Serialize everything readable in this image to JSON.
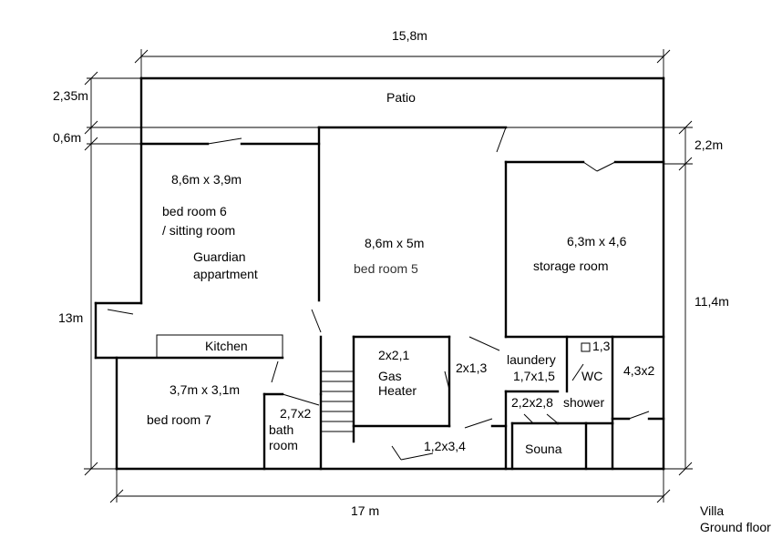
{
  "caption": {
    "line1": "Villa",
    "line2": "Ground floor"
  },
  "dimensions": {
    "top_width": "15,8m",
    "bottom_width": "17 m",
    "patio_depth": "2,35m",
    "gap": "0,6m",
    "left_height": "13m",
    "right_upper": "2,2m",
    "right_height": "11,4m"
  },
  "rooms": {
    "patio": "Patio",
    "bedroom6_size": "8,6m x 3,9m",
    "bedroom6_name1": "bed room 6",
    "bedroom6_name2": "/ sitting room",
    "guardian1": "Guardian",
    "guardian2": "appartment",
    "bedroom5_size": "8,6m x 5m",
    "bedroom5_name": "bed room 5",
    "storage_size": "6,3m x 4,6",
    "storage_name": "storage room",
    "kitchen": "Kitchen",
    "bedroom7_size": "3,7m x 3,1m",
    "bedroom7_name": "bed room 7",
    "bath_size": "2,7x2",
    "bath1": "bath",
    "bath2": "room",
    "gas_size": "2x2,1",
    "gas1": "Gas",
    "gas2": "Heater",
    "corridor_size": "2x1,3",
    "laundry1": "laundery",
    "laundry2": "1,7x1,5",
    "wc_size": "1,3",
    "wc": "WC",
    "right_room": "4,3x2",
    "shower": "shower",
    "sauna_size": "2,2x2,8",
    "sauna": "Souna",
    "hall_size": "1,2x3,4"
  }
}
